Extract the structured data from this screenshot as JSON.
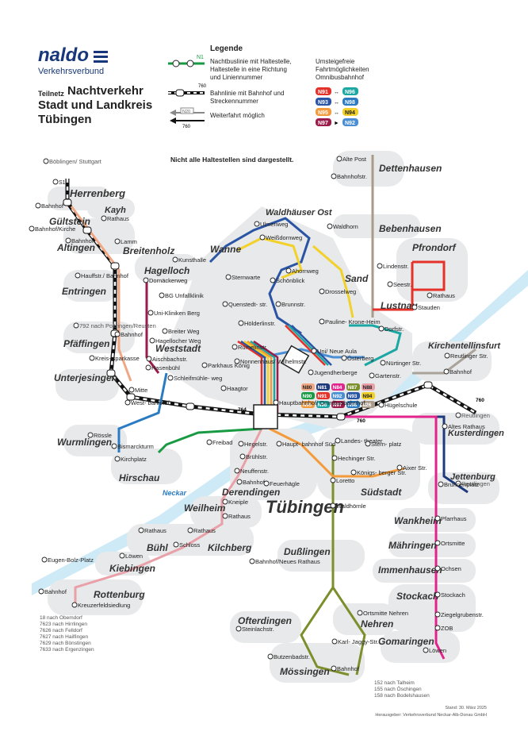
{
  "header": {
    "logo_text": "naldo",
    "logo_sub": "Verkehrsverbund",
    "network_prefix": "Teilnetz",
    "title_line1": "Nachtverkehr",
    "title_line2": "Stadt und Landkreis",
    "title_line3": "Tübingen"
  },
  "legend": {
    "title": "Legende",
    "night_line_label": "N1",
    "night_line_text": "Nachtbuslinie mit Haltestelle, Haltestelle in eine Richtung und Liniennummer",
    "rail_label": "760",
    "rail_text": "Bahnlinie mit Bahnhof und Streckennummer",
    "continue_text": "Weiterfahrt möglich",
    "continue_bus_label": "N20",
    "continue_rail_label": "760",
    "transfer_title": "Umsteigefreie Fahrtmöglichkeiten Omnibusbahnhof",
    "transfers": [
      {
        "a": "N91",
        "b": "N96",
        "arrow": "↔",
        "color_a": "#e4322b",
        "color_b": "#1ba7a3"
      },
      {
        "a": "N93",
        "b": "N98",
        "arrow": "↔",
        "color_a": "#2a54a4",
        "color_b": "#2a7bc2"
      },
      {
        "a": "N95",
        "b": "N94",
        "arrow": "↔",
        "color_a": "#f39a3b",
        "color_b": "#f1d12a"
      },
      {
        "a": "N97",
        "b": "N92",
        "arrow": "►",
        "color_a": "#9b1b4b",
        "color_b": "#4a8fd4"
      }
    ],
    "note": "Nicht alle Haltestellen sind dargestellt."
  },
  "lines": {
    "N80": "#f0a884",
    "N81": "#1e3a7c",
    "N82": "#a9a39a",
    "N84": "#e2238c",
    "N87": "#7b8f2c",
    "N88": "#e9a0a8",
    "N90": "#189a43",
    "N91": "#e4322b",
    "N92": "#4a8fd4",
    "N93": "#2a54a4",
    "N94": "#f1d12a",
    "N95": "#f39a3b",
    "N96": "#1ba7a3",
    "N97": "#9b1b4b",
    "N98": "#2a7bc2",
    "826": "#a99a8a"
  },
  "places": [
    {
      "id": "herrenberg",
      "text": "Herrenberg"
    },
    {
      "id": "gueltstein",
      "text": "Gültstein"
    },
    {
      "id": "kayh",
      "text": "Kayh"
    },
    {
      "id": "altingen",
      "text": "Altingen"
    },
    {
      "id": "breitenholz",
      "text": "Breitenholz"
    },
    {
      "id": "entringen",
      "text": "Entringen"
    },
    {
      "id": "pfaeffingen",
      "text": "Pfäffingen"
    },
    {
      "id": "unterjesingen",
      "text": "Unterjesingen"
    },
    {
      "id": "wurmlingen",
      "text": "Wurmlingen"
    },
    {
      "id": "hirschau",
      "text": "Hirschau"
    },
    {
      "id": "hagelloch",
      "text": "Hagelloch"
    },
    {
      "id": "wanne",
      "text": "Wanne"
    },
    {
      "id": "waldhaeuser",
      "text": "Waldhäuser Ost"
    },
    {
      "id": "weststadt",
      "text": "Weststadt"
    },
    {
      "id": "sand",
      "text": "Sand"
    },
    {
      "id": "lustnau",
      "text": "Lustnau"
    },
    {
      "id": "pfrondorf",
      "text": "Pfrondorf"
    },
    {
      "id": "bebenhausen",
      "text": "Bebenhausen"
    },
    {
      "id": "dettenhausen",
      "text": "Dettenhausen"
    },
    {
      "id": "kirchentellinsfurt",
      "text": "Kirchentellinsfurt"
    },
    {
      "id": "kusterdingen",
      "text": "Kusterdingen"
    },
    {
      "id": "jettenburg",
      "text": "Jettenburg"
    },
    {
      "id": "derendingen",
      "text": "Derendingen"
    },
    {
      "id": "suedstadt",
      "text": "Südstadt"
    },
    {
      "id": "tuebingen",
      "text": "Tübingen"
    },
    {
      "id": "weilheim",
      "text": "Weilheim"
    },
    {
      "id": "buehl",
      "text": "Bühl"
    },
    {
      "id": "kilchberg",
      "text": "Kilchberg"
    },
    {
      "id": "kiebingen",
      "text": "Kiebingen"
    },
    {
      "id": "rottenburg",
      "text": "Rottenburg"
    },
    {
      "id": "wankheim",
      "text": "Wankheim"
    },
    {
      "id": "maehringen",
      "text": "Mähringen"
    },
    {
      "id": "immenhausen",
      "text": "Immenhausen"
    },
    {
      "id": "stockach",
      "text": "Stockach"
    },
    {
      "id": "gomaringen",
      "text": "Gomaringen"
    },
    {
      "id": "dusslingen",
      "text": "Dußlingen"
    },
    {
      "id": "nehren",
      "text": "Nehren"
    },
    {
      "id": "ofterdingen",
      "text": "Ofterdingen"
    },
    {
      "id": "moessingen",
      "text": "Mössingen"
    },
    {
      "id": "neckar",
      "text": "Neckar"
    }
  ],
  "stops": [
    {
      "id": "boeblingen",
      "text": "Böblingen/ Stuttgart"
    },
    {
      "id": "s1",
      "text": "S1"
    },
    {
      "id": "hb_bahnhof",
      "text": "Bahnhof"
    },
    {
      "id": "kayh_rathaus",
      "text": "Rathaus"
    },
    {
      "id": "gue_kirche",
      "text": "Bahnhof/Kirche"
    },
    {
      "id": "alt_bahnhof",
      "text": "Bahnhof"
    },
    {
      "id": "lamm",
      "text": "Lamm"
    },
    {
      "id": "hauffstr",
      "text": "Hauffstr./ Bahnhof"
    },
    {
      "id": "pf_792",
      "text": "792 nach Poltringen/Reusten"
    },
    {
      "id": "pf_bahnhof",
      "text": "Bahnhof"
    },
    {
      "id": "kreissparkasse",
      "text": "Kreis- sparkasse"
    },
    {
      "id": "mitte",
      "text": "Mitte"
    },
    {
      "id": "westbahnhof",
      "text": "West- bahnhof"
    },
    {
      "id": "roessle",
      "text": "Rössle"
    },
    {
      "id": "bismarckturm",
      "text": "Bismarckturm"
    },
    {
      "id": "kirchplatz",
      "text": "Kirchplatz"
    },
    {
      "id": "dornaecker",
      "text": "Dornäckerweg"
    },
    {
      "id": "bg_unfall",
      "text": "BG Unfallklinik"
    },
    {
      "id": "uni_kliniken",
      "text": "Uni-Kliniken Berg"
    },
    {
      "id": "breiter_weg",
      "text": "Breiter Weg"
    },
    {
      "id": "hagellocher",
      "text": "Hagellocher Weg"
    },
    {
      "id": "aischbach",
      "text": "Aischbachstr."
    },
    {
      "id": "hasenbuehl",
      "text": "Hasenbühl"
    },
    {
      "id": "schleifmuehle",
      "text": "Schleifmühle- weg"
    },
    {
      "id": "haagtor",
      "text": "Haagtor"
    },
    {
      "id": "parkhaus",
      "text": "Parkhaus König"
    },
    {
      "id": "kunsthalle",
      "text": "Kunsthalle"
    },
    {
      "id": "sternwarte",
      "text": "Sternwarte"
    },
    {
      "id": "quenstedt",
      "text": "Quenstedt- str."
    },
    {
      "id": "ulmenweg",
      "text": "Ulmenweg"
    },
    {
      "id": "weissdorn",
      "text": "Weißdornweg"
    },
    {
      "id": "ahornweg",
      "text": "Ahornweg"
    },
    {
      "id": "schoenblick",
      "text": "Schönblick"
    },
    {
      "id": "brunnstr",
      "text": "Brunnstr."
    },
    {
      "id": "hoelderlin",
      "text": "Hölderlinstr."
    },
    {
      "id": "ruemelin",
      "text": "Rümelinstr."
    },
    {
      "id": "nonnenhaus",
      "text": "Nonnenhaus/ Wilhelmstr."
    },
    {
      "id": "uni_aula",
      "text": "Uni/ Neue Aula"
    },
    {
      "id": "drosselweg",
      "text": "Drosselweg"
    },
    {
      "id": "pauline",
      "text": "Pauline- Krone-Heim"
    },
    {
      "id": "dorfstr",
      "text": "Dorfstr."
    },
    {
      "id": "oesterberg",
      "text": "Österberg"
    },
    {
      "id": "nuertinger",
      "text": "Nürtinger Str."
    },
    {
      "id": "jugendherberge",
      "text": "Jugendherberge"
    },
    {
      "id": "gartenstr",
      "text": "Gartenstr."
    },
    {
      "id": "waldhorn_beb",
      "text": "Waldhorn"
    },
    {
      "id": "alte_post",
      "text": "Alte Post"
    },
    {
      "id": "bahnhofstr_dett",
      "text": "Bahnhofstr."
    },
    {
      "id": "lindenstr",
      "text": "Lindenstr."
    },
    {
      "id": "seestr",
      "text": "Seestr."
    },
    {
      "id": "rathaus_pfr",
      "text": "Rathaus"
    },
    {
      "id": "stauden",
      "text": "Stauden"
    },
    {
      "id": "reutlinger_str",
      "text": "Reutlinger Str."
    },
    {
      "id": "kirchen_bahnhof",
      "text": "Bahnhof"
    },
    {
      "id": "reutlingen1",
      "text": "Reutlingen"
    },
    {
      "id": "reutlingen2",
      "text": "Reutlingen"
    },
    {
      "id": "huegelschule",
      "text": "Hügelschule"
    },
    {
      "id": "altes_rathaus",
      "text": "Altes Rathaus"
    },
    {
      "id": "brunnenplatz",
      "text": "Brunnenplatz"
    },
    {
      "id": "hbf",
      "text": "Hauptbahnhof/ Omnibusbahnhof"
    },
    {
      "id": "freibad",
      "text": "Freibad"
    },
    {
      "id": "hegelstr",
      "text": "Hegelstr."
    },
    {
      "id": "hbf_sued",
      "text": "Haupt- bahnhof Süd"
    },
    {
      "id": "bruehlstr",
      "text": "Brühlstr."
    },
    {
      "id": "neuffenstr",
      "text": "Neuffenstr."
    },
    {
      "id": "der_bahnhof",
      "text": "Bahnhof"
    },
    {
      "id": "feuerhaegle",
      "text": "Feuerhägle"
    },
    {
      "id": "landestheater",
      "text": "Landes- theater"
    },
    {
      "id": "sternplatz",
      "text": "Stern- platz"
    },
    {
      "id": "hechinger",
      "text": "Hechinger Str."
    },
    {
      "id": "loretto",
      "text": "Loretto"
    },
    {
      "id": "koenigsberger",
      "text": "Königs- berger Str."
    },
    {
      "id": "aixer",
      "text": "Aixer Str."
    },
    {
      "id": "waldhoernle",
      "text": "Waldhörnle"
    },
    {
      "id": "kneiple",
      "text": "Kneiple"
    },
    {
      "id": "wei_rathaus",
      "text": "Rathaus"
    },
    {
      "id": "buehl_rathaus",
      "text": "Rathaus"
    },
    {
      "id": "schloss",
      "text": "Schloss"
    },
    {
      "id": "kil_rathaus",
      "text": "Rathaus"
    },
    {
      "id": "eugen_bolz",
      "text": "Eugen-Bolz-Platz"
    },
    {
      "id": "loewen_kie",
      "text": "Löwen"
    },
    {
      "id": "rot_bahnhof",
      "text": "Bahnhof"
    },
    {
      "id": "kreuzerfeld",
      "text": "Kreuzerfeldsiedlung"
    },
    {
      "id": "pfarrhaus",
      "text": "Pfarrhaus"
    },
    {
      "id": "ortsmitte_mae",
      "text": "Ortsmitte"
    },
    {
      "id": "ochsen",
      "text": "Ochsen"
    },
    {
      "id": "stockach_stop",
      "text": "Stockach"
    },
    {
      "id": "ziegelgruben",
      "text": "Ziegelgrubenstr."
    },
    {
      "id": "zob",
      "text": "ZOB"
    },
    {
      "id": "loewen_gom",
      "text": "Löwen"
    },
    {
      "id": "dus_bahnhof",
      "text": "Bahnhof/Neues Rathaus"
    },
    {
      "id": "ortsmitte_neh",
      "text": "Ortsmitte Nehren"
    },
    {
      "id": "steinlachstr",
      "text": "Steinlachstr."
    },
    {
      "id": "karl_jaggy",
      "text": "Karl- Jaggy-Str."
    },
    {
      "id": "butzenbad",
      "text": "Butzenbadstr."
    },
    {
      "id": "moe_bahnhof",
      "text": "Bahnhof"
    }
  ],
  "connections_rottenburg": [
    "18 nach Obemdorf",
    "7623 nach Hirrlingen",
    "7626 nach Felldorf",
    "7627 nach Hailfingen",
    "7629 nach Bönstingen",
    "7633 nach Ergenzingen"
  ],
  "connections_moessingen": [
    "152 nach Talheim",
    "155 nach Öschingen",
    "158 nach Bodelshausen"
  ],
  "rail_numbers": {
    "r764": "764",
    "r760": "760",
    "r760b": "760"
  },
  "footer": {
    "date": "Stand: 30. März 2025",
    "publisher": "Herausgeber: Verkehrsverbund Neckar-Alb-Donau GmbH"
  },
  "icons": {
    "rail": "train-icon",
    "bus": "bus-icon"
  }
}
